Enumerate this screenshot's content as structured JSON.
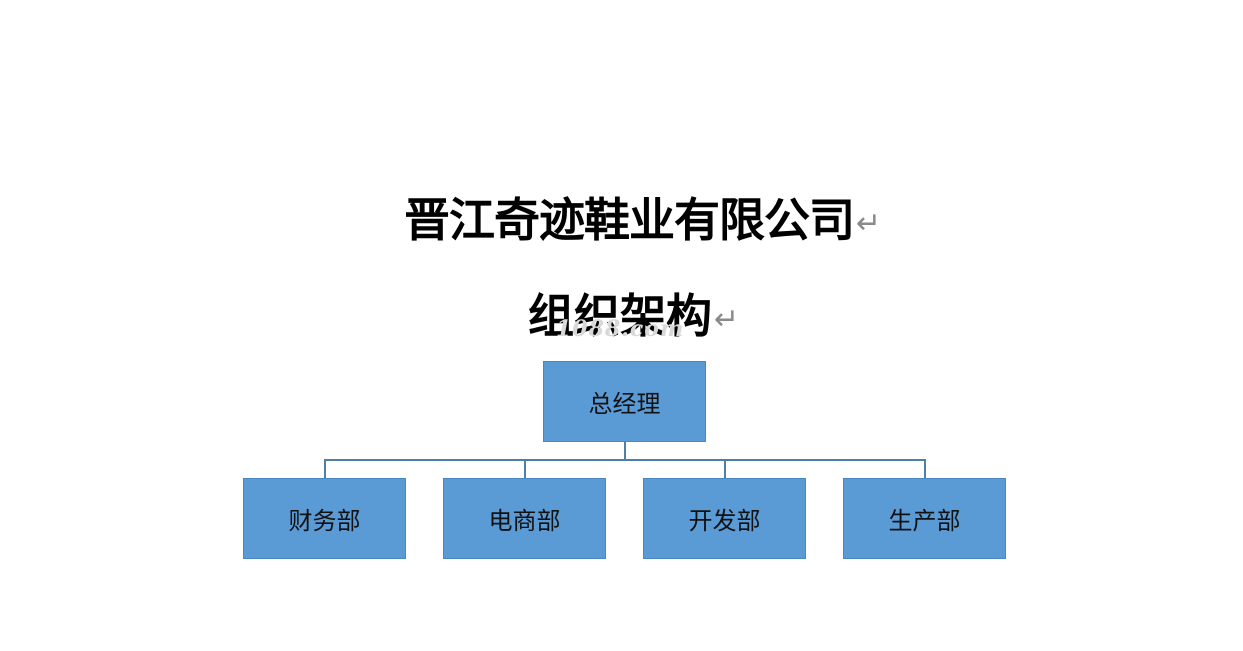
{
  "header": {
    "company_title": "晋江奇迹鞋业有限公司",
    "chart_title": "组织架构",
    "paragraph_mark": "↵",
    "watermark": "1088.com"
  },
  "org_chart": {
    "root": {
      "label": "总经理"
    },
    "children": [
      {
        "label": "财务部"
      },
      {
        "label": "电商部"
      },
      {
        "label": "开发部"
      },
      {
        "label": "生产部"
      }
    ]
  },
  "colors": {
    "node_fill": "#5b9bd5",
    "connector": "#4f7fa8",
    "text": "#000000"
  }
}
